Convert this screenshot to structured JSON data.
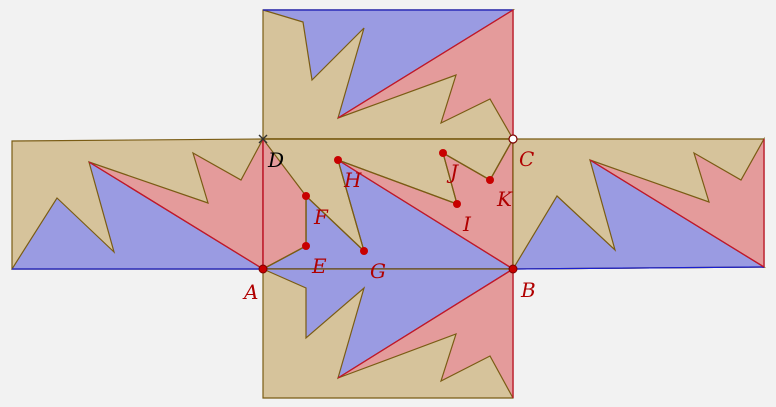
{
  "colors": {
    "background": "#f2f2f2",
    "tan_fill": "#d6c39b",
    "blue_fill": "#9a9be2",
    "red_fill": "#e49b9b",
    "outline": "#7a5c14",
    "blue_edge": "#1a1fd0",
    "red_edge": "#c8102e",
    "label_red": "#b00000",
    "label_black": "#000000",
    "point_red": "#c80000"
  },
  "points": {
    "A": {
      "label": "A",
      "color": "red"
    },
    "B": {
      "label": "B",
      "color": "red"
    },
    "C": {
      "label": "C",
      "color": "red",
      "marker": "open-circle"
    },
    "D": {
      "label": "D",
      "color": "black",
      "marker": "cross"
    },
    "E": {
      "label": "E",
      "color": "red"
    },
    "F": {
      "label": "F",
      "color": "red"
    },
    "G": {
      "label": "G",
      "color": "red"
    },
    "H": {
      "label": "H",
      "color": "red"
    },
    "I": {
      "label": "I",
      "color": "red"
    },
    "J": {
      "label": "J",
      "color": "red"
    },
    "K": {
      "label": "K",
      "color": "red"
    }
  }
}
